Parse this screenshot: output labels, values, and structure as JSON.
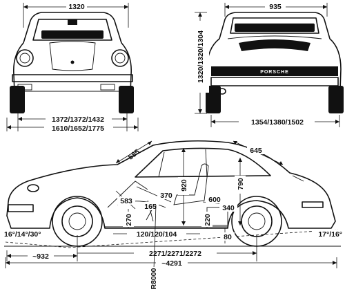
{
  "front_view": {
    "width": "1320",
    "track": "1372/1372/1432",
    "overall_width": "1610/1652/1775"
  },
  "rear_view": {
    "roof_width": "935",
    "heights": "1320/1320/1304",
    "track": "1354/1380/1502",
    "badge": "PORSCHE"
  },
  "side_view": {
    "windshield": "585",
    "rear_window": "645",
    "interior_height": "920",
    "rear_height": "790",
    "seat_depth": "370",
    "pedal_distance": "583",
    "floor_pedal": "165",
    "rear_seat": "600",
    "rear_gap": "340",
    "sill_front": "270",
    "sill_rear": "220",
    "seat_track": "120/120/104",
    "clearance": "80",
    "approach_angle": "16°/14°/30°",
    "departure_angle": "17°/16°",
    "front_overhang": "~932",
    "wheelbase": "2271/2271/2272",
    "overall_length": "~4291",
    "turning_radius": "R8000"
  }
}
